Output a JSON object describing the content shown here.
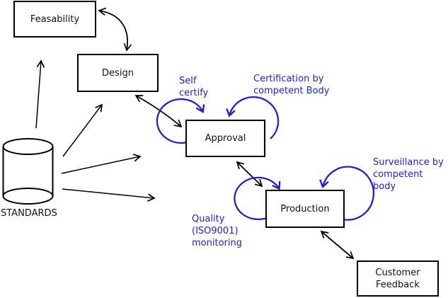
{
  "colors": {
    "annotation_blue": "#2020cc",
    "line_black": "#000000",
    "background": "#ffffff"
  },
  "nodes": {
    "feasability": {
      "label": "Feasability"
    },
    "design": {
      "label": "Design"
    },
    "approval": {
      "label": "Approval"
    },
    "production": {
      "label": "Production"
    },
    "customer_feedback": {
      "label": "Customer\nFeedback"
    },
    "standards": {
      "label": "STANDARDS"
    }
  },
  "annotations": {
    "self_certify": {
      "label": "Self\ncertify"
    },
    "certification": {
      "label": "Certification by\ncompetent Body"
    },
    "surveillance": {
      "label": "Surveillance by\ncompetent body"
    },
    "quality": {
      "label": "Quality\n(ISO9001)\nmonitoring"
    }
  },
  "edges": [
    {
      "from": "STANDARDS",
      "to": "Feasability",
      "style": "single-arrow"
    },
    {
      "from": "STANDARDS",
      "to": "Design",
      "style": "single-arrow"
    },
    {
      "from": "STANDARDS",
      "to": "Approval",
      "style": "single-arrow"
    },
    {
      "from": "STANDARDS",
      "to": "Production",
      "style": "single-arrow"
    },
    {
      "from": "Feasability",
      "to": "Design",
      "style": "double-arrow"
    },
    {
      "from": "Design",
      "to": "Approval",
      "style": "double-arrow"
    },
    {
      "from": "Approval",
      "to": "Production",
      "style": "double-arrow"
    },
    {
      "from": "Production",
      "to": "Customer Feedback",
      "style": "double-arrow"
    },
    {
      "node": "Approval",
      "type": "self-loop",
      "label": "Self certify"
    },
    {
      "node": "Approval",
      "type": "self-loop",
      "label": "Certification by competent Body"
    },
    {
      "node": "Production",
      "type": "self-loop",
      "label": "Quality (ISO9001) monitoring"
    },
    {
      "node": "Production",
      "type": "self-loop",
      "label": "Surveillance by competent body"
    }
  ]
}
